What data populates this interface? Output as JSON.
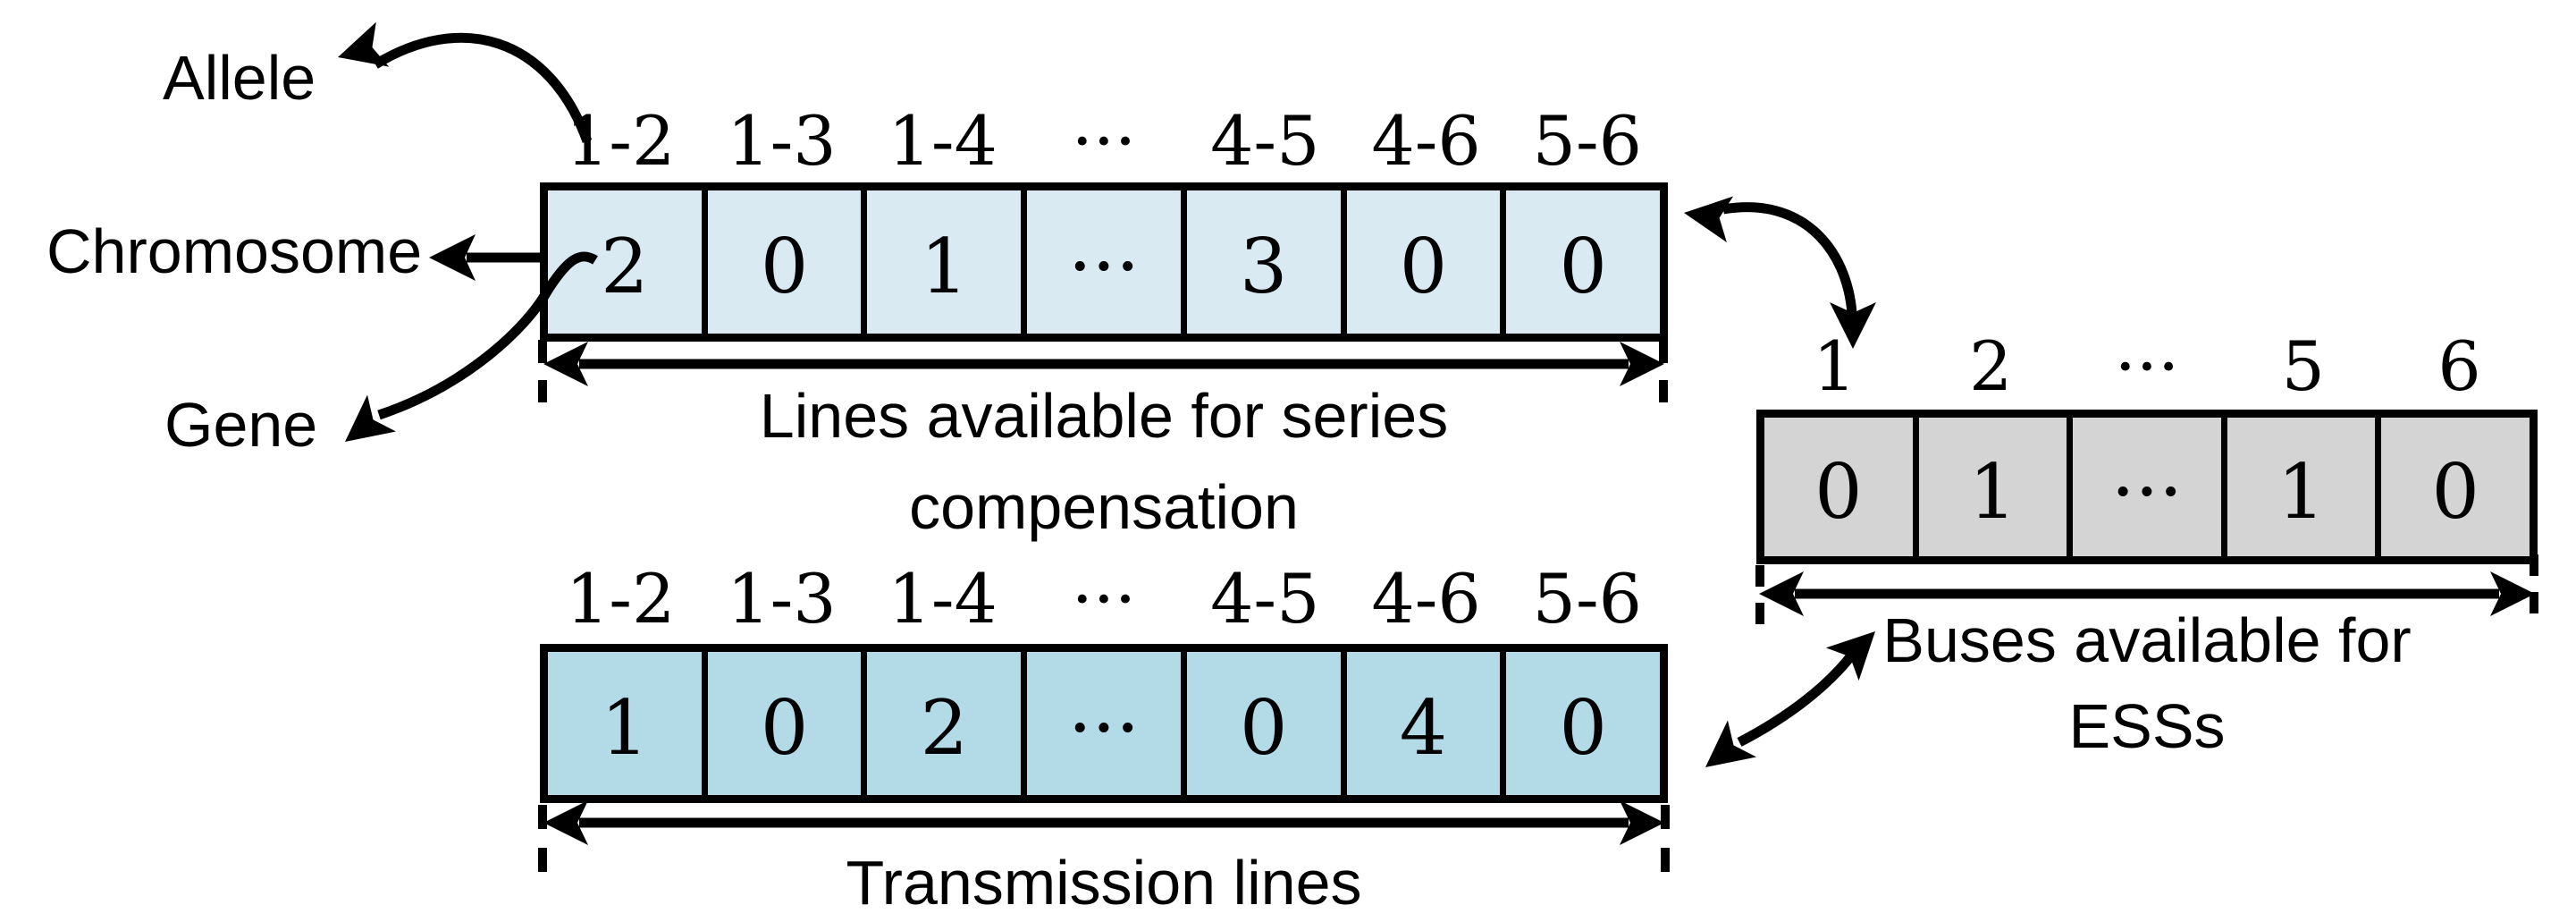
{
  "annotations": {
    "allele": "Allele",
    "chromosome": "Chromosome",
    "gene": "Gene"
  },
  "series_row": {
    "headers": [
      "1-2",
      "1-3",
      "1-4",
      "···",
      "4-5",
      "4-6",
      "5-6"
    ],
    "values": [
      "2",
      "0",
      "1",
      "···",
      "3",
      "0",
      "0"
    ],
    "caption_line1": "Lines available for series",
    "caption_line2": "compensation",
    "cell_color": "#d9eaf3"
  },
  "transmission_row": {
    "headers": [
      "1-2",
      "1-3",
      "1-4",
      "···",
      "4-5",
      "4-6",
      "5-6"
    ],
    "values": [
      "1",
      "0",
      "2",
      "···",
      "0",
      "4",
      "0"
    ],
    "caption": "Transmission lines",
    "cell_color": "#b3dbe7"
  },
  "bus_row": {
    "headers": [
      "1",
      "2",
      "···",
      "5",
      "6"
    ],
    "values": [
      "0",
      "1",
      "···",
      "1",
      "0"
    ],
    "caption_line1": "Buses available for",
    "caption_line2": "ESSs",
    "cell_color": "#d4d4d4"
  },
  "colors": {
    "series_cells": "#d9eaf3",
    "transmission_cells": "#b3dbe7",
    "bus_cells": "#d4d4d4",
    "line": "#000000",
    "background": "#ffffff"
  }
}
